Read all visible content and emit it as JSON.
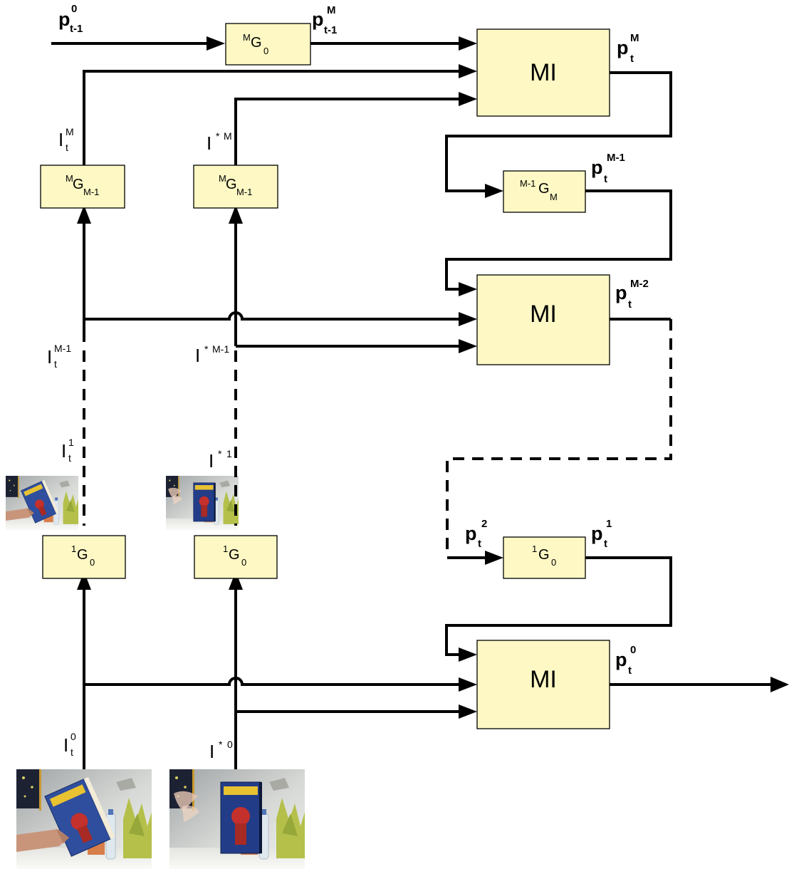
{
  "boxes": {
    "mi_top": "MI",
    "mi_mid": "MI",
    "mi_bot": "MI",
    "g_top_in": {
      "sup": "M",
      "base": "G",
      "sub": "0"
    },
    "g_left_upper": {
      "sup": "M",
      "base": "G",
      "sub": "M-1"
    },
    "g_right_upper": {
      "sup": "M",
      "base": "G",
      "sub": "M-1"
    },
    "g_chain_upper": {
      "sup": "M-1",
      "base": "G",
      "sub": "M"
    },
    "g_left_lower": {
      "sup": "1",
      "base": "G",
      "sub": "0"
    },
    "g_right_lower": {
      "sup": "1",
      "base": "G",
      "sub": "0"
    },
    "g_chain_lower": {
      "sup": "1",
      "base": "G",
      "sub": "0"
    }
  },
  "labels": {
    "p_in": {
      "base": "p",
      "sup": "0",
      "sub": "t-1"
    },
    "p_in_m": {
      "base": "p",
      "sup": "M",
      "sub": "t-1"
    },
    "p_t_m": {
      "base": "p",
      "sup": "M",
      "sub": "t"
    },
    "p_t_m1": {
      "base": "p",
      "sup": "M-1",
      "sub": "t"
    },
    "p_t_m2": {
      "base": "p",
      "sup": "M-2",
      "sub": "t"
    },
    "p_t_2": {
      "base": "p",
      "sup": "2",
      "sub": "t"
    },
    "p_t_1": {
      "base": "p",
      "sup": "1",
      "sub": "t"
    },
    "p_t_0": {
      "base": "p",
      "sup": "0",
      "sub": "t"
    },
    "i_t_m": {
      "base": "I",
      "sup": "M",
      "sub": "t"
    },
    "i_t_m1": {
      "base": "I",
      "sup": "M-1",
      "sub": "t"
    },
    "i_t_1": {
      "base": "I",
      "sup": "1",
      "sub": "t"
    },
    "i_t_0": {
      "base": "I",
      "sup": "0",
      "sub": "t"
    },
    "i_star_m": {
      "base": "I",
      "star": "*",
      "sup": "M"
    },
    "i_star_m1": {
      "base": "I",
      "star": "*",
      "sup": "M-1"
    },
    "i_star_1": {
      "base": "I",
      "star": "*",
      "sup": "1"
    },
    "i_star_0": {
      "base": "I",
      "star": "*",
      "sup": "0"
    }
  }
}
